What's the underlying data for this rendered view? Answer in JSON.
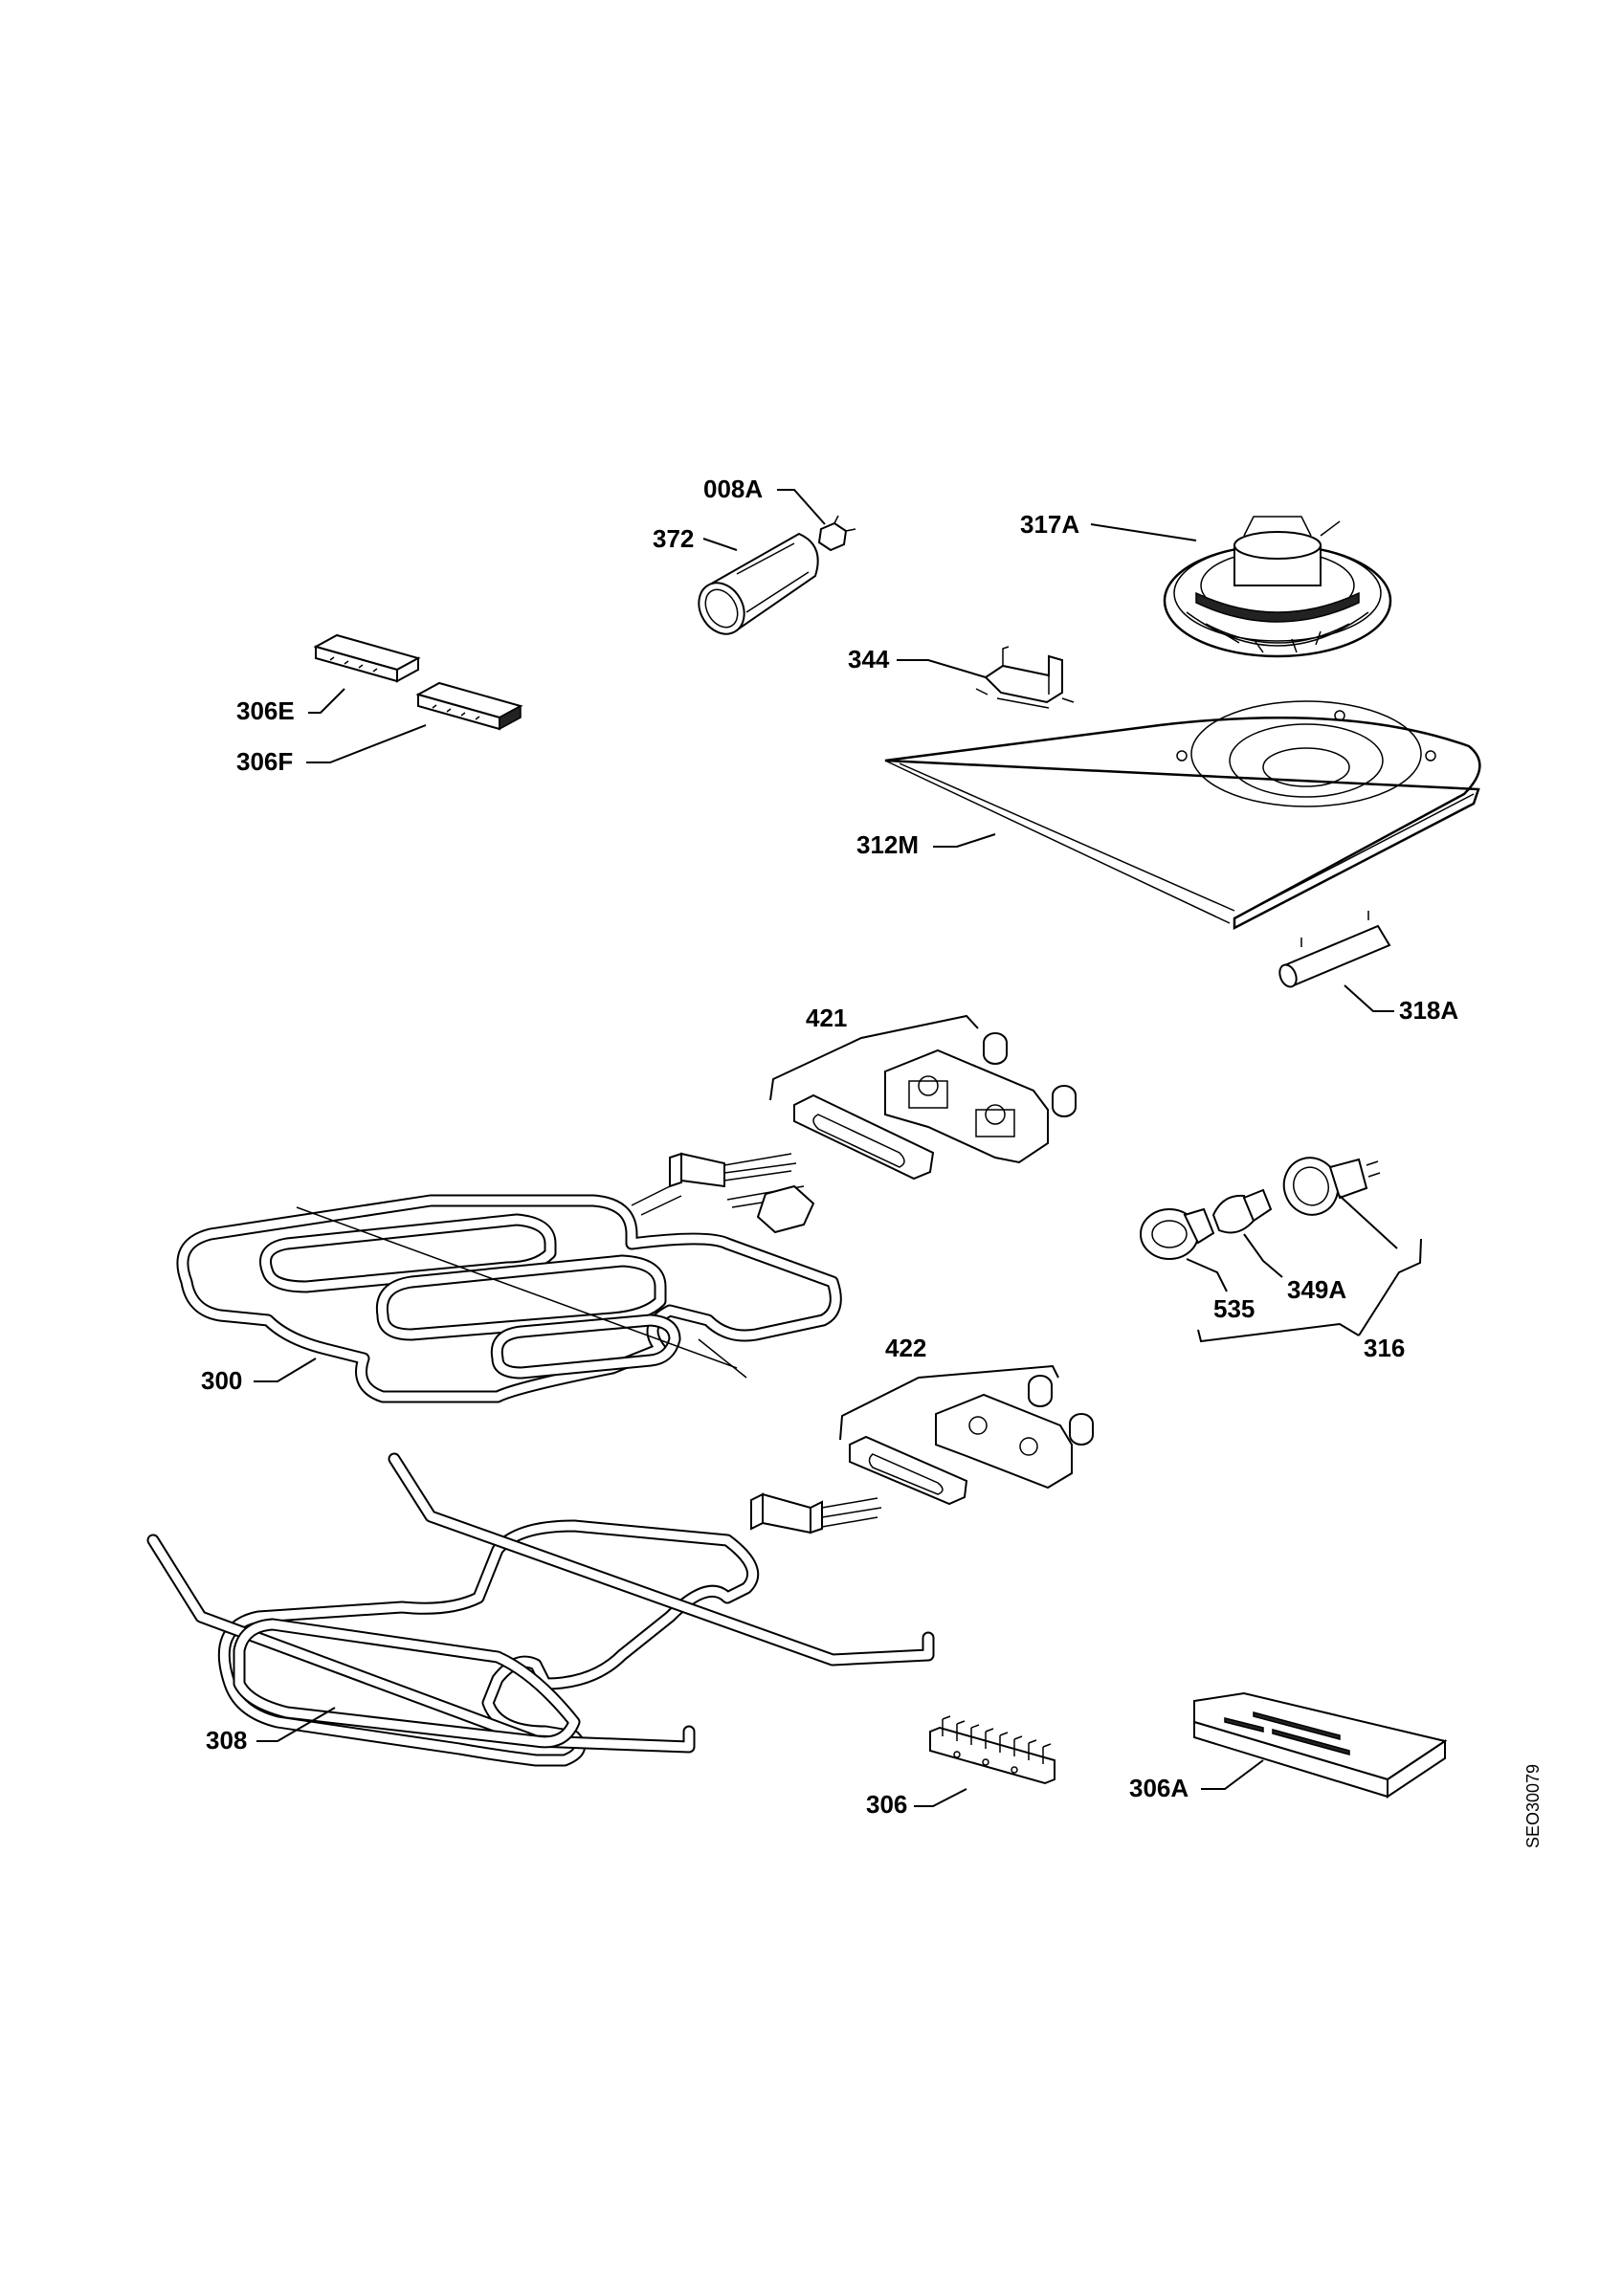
{
  "labels": {
    "p008A": "008A",
    "p372": "372",
    "p317A": "317A",
    "p344": "344",
    "p306E": "306E",
    "p306F": "306F",
    "p312M": "312M",
    "p318A": "318A",
    "p421": "421",
    "p300": "300",
    "p535": "535",
    "p349A": "349A",
    "p316": "316",
    "p422": "422",
    "p308": "308",
    "p306": "306",
    "p306A": "306A"
  },
  "drawing_code": "SEO30079"
}
